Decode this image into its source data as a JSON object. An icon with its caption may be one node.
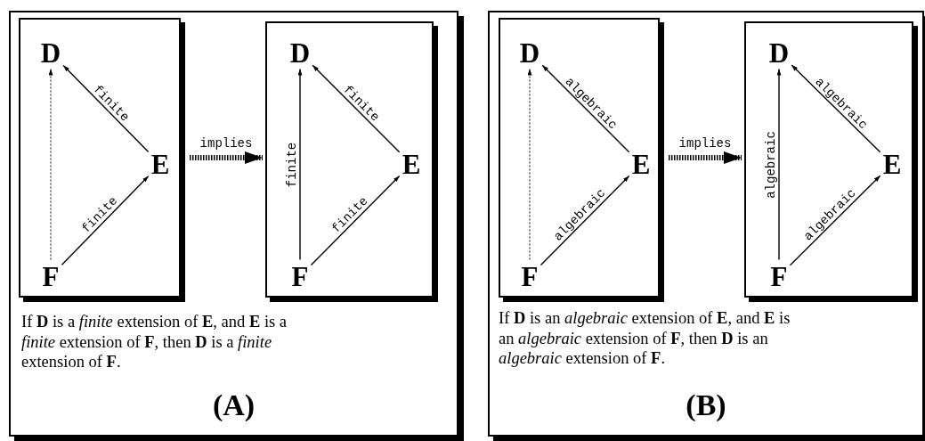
{
  "diagram": {
    "nodes": [
      {
        "text": [
          "If **D** is a *finite* extension of **E**, and **E** is a *finite* extension of **F**, then **D** is a *finite* extension of **F**.",
          "(A)"
        ]
      },
      {
        "text": [],
        "shape": "box",
        "in": 0
      },
      {
        "text": [
          "D"
        ],
        "in": 1
      },
      {
        "text": [
          "E"
        ],
        "in": 1
      },
      {
        "text": [
          "F"
        ],
        "in": 1
      },
      {
        "text": [],
        "shape": "box",
        "in": 0
      },
      {
        "text": [
          "D"
        ],
        "in": 5
      },
      {
        "text": [
          "E"
        ],
        "in": 5
      },
      {
        "text": [
          "F"
        ],
        "in": 5
      },
      {
        "text": [
          "If **D** is an *algebraic* extension of **E**, and **E** is an *algebraic* extension of **F**, then **D** is an *algebraic* extension of **F**.",
          "(B)"
        ]
      },
      {
        "text": [],
        "shape": "box",
        "in": 9
      },
      {
        "text": [
          "D"
        ],
        "in": 10
      },
      {
        "text": [
          "E"
        ],
        "in": 10
      },
      {
        "text": [
          "F"
        ],
        "in": 10
      },
      {
        "text": [],
        "shape": "box",
        "in": 9
      },
      {
        "text": [
          "D"
        ],
        "in": 14
      },
      {
        "text": [
          "E"
        ],
        "in": 14
      },
      {
        "text": [
          "F"
        ],
        "in": 14
      }
    ],
    "edges": [
      {
        "from": 3,
        "to": 2,
        "arrow": "to",
        "label": "finite"
      },
      {
        "from": 4,
        "to": 3,
        "arrow": "to",
        "label": "finite"
      },
      {
        "from": 4,
        "to": 2,
        "arrow": "to",
        "style": "dashed"
      },
      {
        "from": 1,
        "to": 5,
        "arrow": "to",
        "label": "implies",
        "style": "dashed"
      },
      {
        "from": 8,
        "to": 6,
        "arrow": "to",
        "label": "finite"
      },
      {
        "from": 7,
        "to": 6,
        "arrow": "to",
        "label": "finite"
      },
      {
        "from": 8,
        "to": 7,
        "arrow": "to",
        "label": "finite"
      },
      {
        "from": 12,
        "to": 11,
        "arrow": "to",
        "label": "algebraic"
      },
      {
        "from": 13,
        "to": 12,
        "arrow": "to",
        "label": "algebraic"
      },
      {
        "from": 13,
        "to": 11,
        "arrow": "to",
        "style": "dashed"
      },
      {
        "from": 10,
        "to": 14,
        "arrow": "to",
        "label": "implies",
        "style": "dashed"
      },
      {
        "from": 17,
        "to": 15,
        "arrow": "to",
        "label": "algebraic"
      },
      {
        "from": 16,
        "to": 15,
        "arrow": "to",
        "label": "algebraic"
      },
      {
        "from": 17,
        "to": 16,
        "arrow": "to",
        "label": "algebraic"
      }
    ]
  }
}
